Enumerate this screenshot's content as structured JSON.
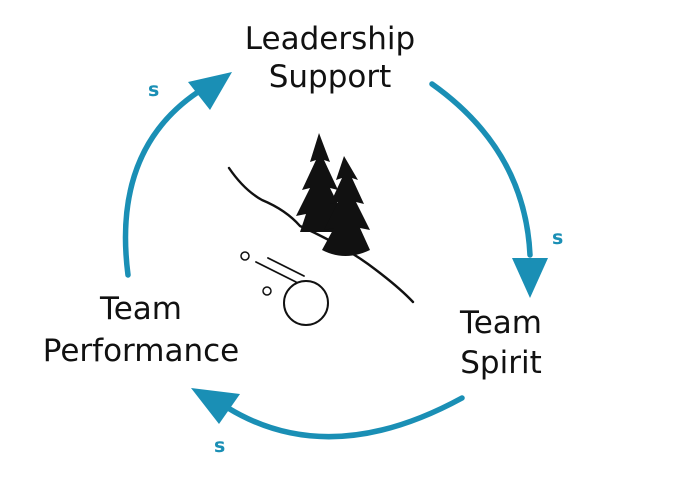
{
  "diagram": {
    "type": "causal-loop",
    "accent_color": "#1a8fb5",
    "nodes": {
      "leadership": {
        "line1": "Leadership",
        "line2": "Support"
      },
      "spirit": {
        "line1": "Team",
        "line2": "Spirit"
      },
      "performance": {
        "line1": "Team",
        "line2": "Performance"
      }
    },
    "links": [
      {
        "from": "Leadership Support",
        "to": "Team Spirit",
        "polarity": "s"
      },
      {
        "from": "Team Spirit",
        "to": "Team Performance",
        "polarity": "s"
      },
      {
        "from": "Team Performance",
        "to": "Leadership Support",
        "polarity": "s"
      }
    ],
    "center_icon": "snowball-rolling-downhill-icon"
  }
}
